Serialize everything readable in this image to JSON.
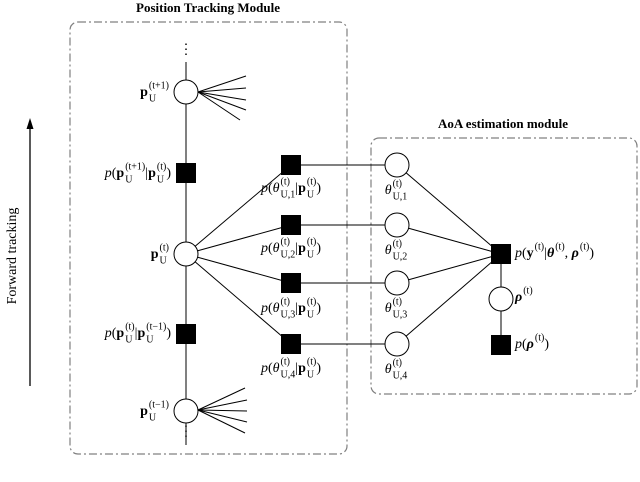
{
  "titles": {
    "position": "Position Tracking Module",
    "aoa": "AoA estimation module",
    "forward": "Forward tracking"
  },
  "sym": {
    "p": "p",
    "U": "U",
    "theta": "θ",
    "y": "y",
    "rho": "ρ",
    "t": "(t)",
    "tp1": "(t+1)",
    "tm1": "(t−1)",
    "comma": ",",
    "bar": "|",
    "lp": "(",
    "rp": ")",
    "vdots": "⋮"
  },
  "indices": {
    "i1": "U,1",
    "i2": "U,2",
    "i3": "U,3",
    "i4": "U,4"
  },
  "colors": {
    "line": "#000000",
    "dashed_border": "#808080"
  }
}
